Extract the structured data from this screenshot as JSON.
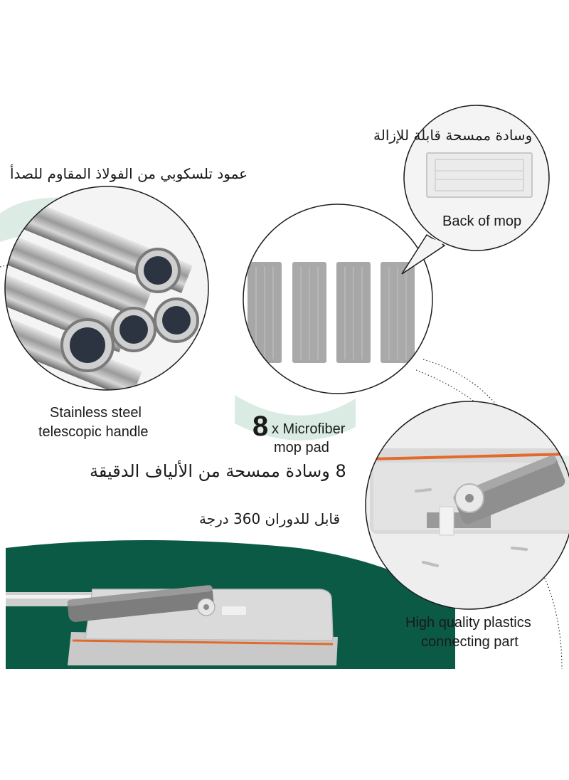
{
  "labels": {
    "removable_pad_ar": "وسادة ممسحة قابلة للإزالة",
    "pole_ar": "عمود تلسكوبي من الفولاذ المقاوم للصدأ",
    "back_of_mop": "Back of mop",
    "handle_line1": "Stainless steel",
    "handle_line2": "telescopic handle",
    "pads_count": "8",
    "pads_line1": "x Microfiber",
    "pads_line2": "mop pad",
    "pads_ar": "8 وسادة ممسحة من الألياف الدقيقة",
    "rotation_ar": "قابل للدوران 360 درجة",
    "plastics_line1": "High quality plastics",
    "plastics_line2": "connecting part"
  },
  "colors": {
    "green_banner": "#0b5a45",
    "pale_mint": "#d9ebe3",
    "circle_border": "#1c1c1c",
    "pad_grey": "#a7a7a7",
    "orange_strip": "#e26a2c"
  },
  "pad_count_shown": 4
}
